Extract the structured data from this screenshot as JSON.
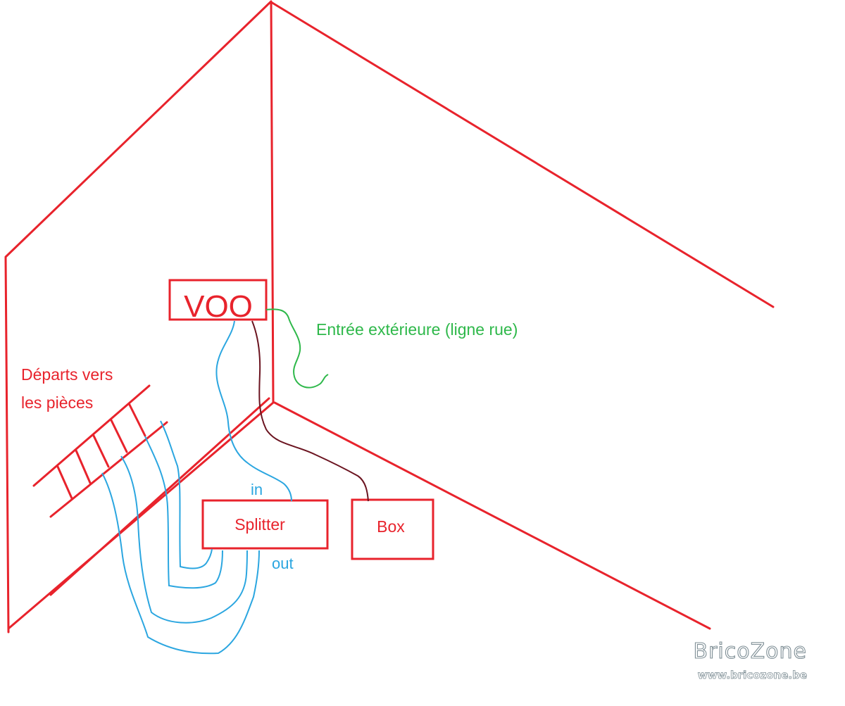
{
  "colors": {
    "wall": "#e8232c",
    "coax_blue": "#2ba6e0",
    "outside_green": "#2eb84a",
    "box_cable": "#6b1420",
    "watermark": "#7f8f96"
  },
  "labels": {
    "voo": "VOO",
    "outside_entry": "Entrée extérieure (ligne rue)",
    "departures_line1": "Départs vers",
    "departures_line2": "les pièces",
    "splitter": "Splitter",
    "box": "Box",
    "in": "in",
    "out": "out"
  },
  "watermark": {
    "title": "BricoZone",
    "url": "www.bricozone.be"
  }
}
